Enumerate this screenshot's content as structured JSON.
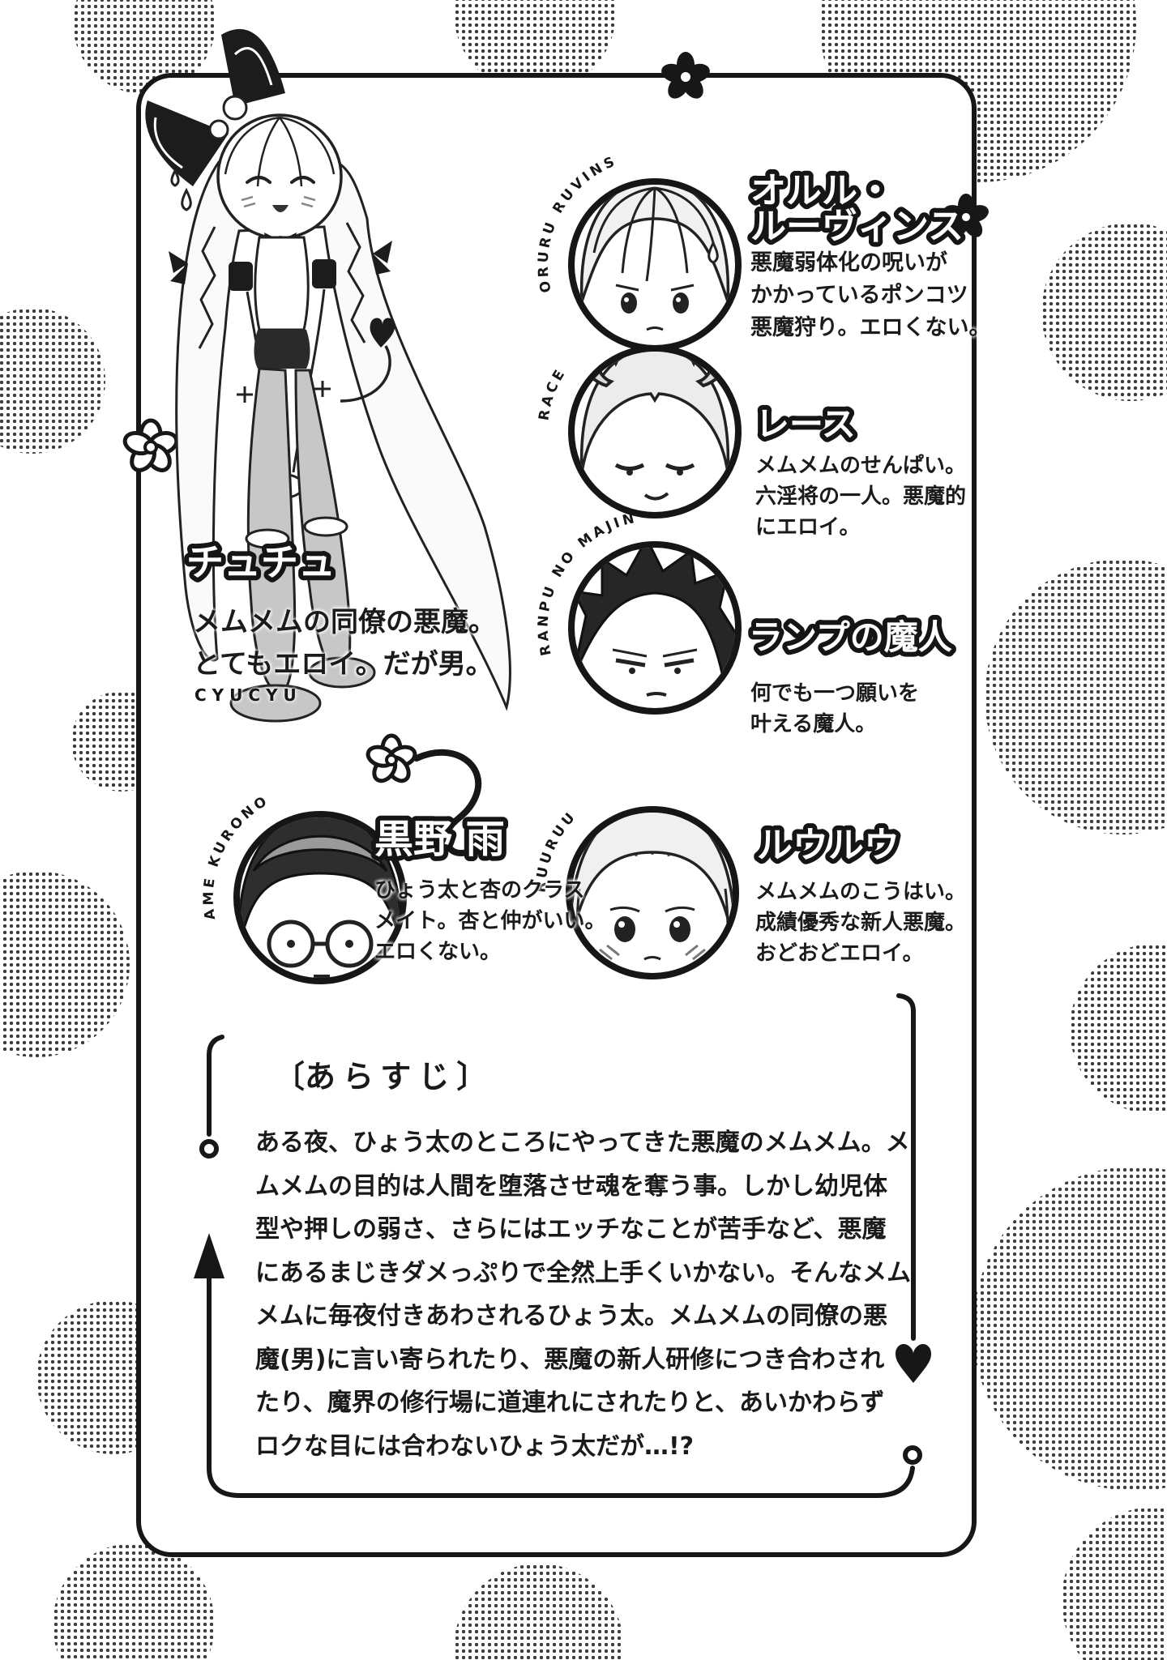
{
  "main_character": {
    "name": "チュチュ",
    "romaji": "CYUCYU",
    "desc": [
      "メムメムの同僚の悪魔。",
      "とてもエロイ。だが男。"
    ]
  },
  "characters": [
    {
      "arc_label": "ORURU RUVINS",
      "name_lines": [
        "オルル・",
        "ルーヴィンス"
      ],
      "desc": [
        "悪魔弱体化の呪いが",
        "かかっているポンコツ",
        "悪魔狩り。エロくない。"
      ]
    },
    {
      "arc_label": "RACE",
      "name_lines": [
        "レース"
      ],
      "desc": [
        "メムメムのせんぱい。",
        "六淫将の一人。悪魔的",
        "にエロイ。"
      ]
    },
    {
      "arc_label": "RANPU NO MAJIN",
      "name_lines": [
        "ランプの魔人"
      ],
      "desc": [
        "何でも一つ願いを",
        "叶える魔人。"
      ]
    },
    {
      "arc_label": "AME KURONO",
      "name_lines": [
        "黒野 雨"
      ],
      "desc": [
        "ひょう太と杏のクラス",
        "メイト。杏と仲がいい。",
        "エロくない。"
      ]
    },
    {
      "arc_label": "RUURUU",
      "name_lines": [
        "ルウルウ"
      ],
      "desc": [
        "メムメムのこうはい。",
        "成績優秀な新人悪魔。",
        "おどおどエロイ。"
      ]
    }
  ],
  "synopsis": {
    "bracket_open": "〔",
    "title": "あらすじ",
    "bracket_close": "〕",
    "lines": [
      "ある夜、ひょう太のところにやってきた悪魔のメムメム。メ",
      "ムメムの目的は人間を堕落させ魂を奪う事。しかし幼児体",
      "型や押しの弱さ、さらにはエッチなことが苦手など、悪魔",
      "にあるまじきダメっぷりで全然上手くいかない。そんなメム",
      "メムに毎夜付きあわされるひょう太。メムメムの同僚の悪",
      "魔(男)に言い寄られたり、悪魔の新人研修につき合わされ",
      "たり、魔界の修行場に道連れにされたりと、あいかわらず",
      "ロクな目には合わないひょう太だが…!?"
    ]
  }
}
